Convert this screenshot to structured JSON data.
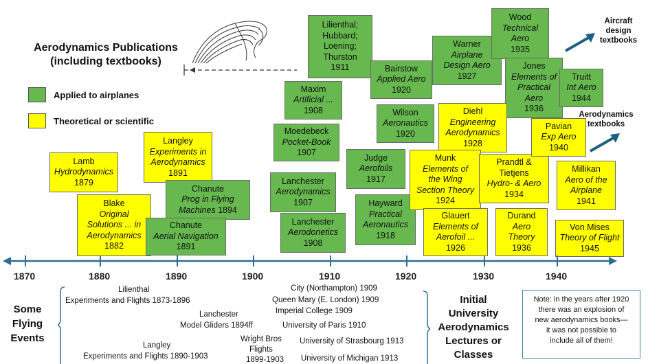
{
  "title": {
    "line1": "Aerodynamics Publications",
    "line2": "(including textbooks)"
  },
  "legend": [
    {
      "label": "Applied to airplanes",
      "color": "#66b84f"
    },
    {
      "label": "Theoretical or scientific",
      "color": "#ffff00"
    }
  ],
  "colors": {
    "green": "#66b84f",
    "yellow": "#ffff00",
    "axis": "#2e6d8f"
  },
  "publications": {
    "lamb": {
      "l1": "Lamb",
      "l2": "Hydrodynamics",
      "l3": "1879"
    },
    "blake": {
      "l1": "Blake",
      "l2": "Original",
      "l3": "Solutions ... in",
      "l4": "Aerodynamics",
      "l5": "1882"
    },
    "langley": {
      "l1": "Langley",
      "l2": "Experiments in",
      "l3": "Aerodynamics",
      "l4": "1891"
    },
    "chanute_prog": {
      "l1": "Chanute",
      "l2": "Prog in Flying",
      "l3": "Machines",
      "l4": "1894"
    },
    "chanute_nav": {
      "l1": "Chanute",
      "l2": "Aerial Navigation",
      "l3": "1891"
    },
    "maxim": {
      "l1": "Maxim",
      "l2": "Artificial ...",
      "l3": "1908"
    },
    "moedebeck": {
      "l1": "Moedebeck",
      "l2": "Pocket-Book",
      "l3": "1907"
    },
    "lilienthal_group": {
      "l1": "Lilienthal;",
      "l2": "Hubbard;",
      "l3": "Loening;",
      "l4": "Thurston",
      "l5": "1911"
    },
    "lanchester_aerodynamics": {
      "l1": "Lanchester",
      "l2": "Aerodynamics",
      "l3": "1907"
    },
    "lanchester_aerodonetics": {
      "l1": "Lanchester",
      "l2": "Aerodonetics",
      "l3": "1908"
    },
    "bairstow": {
      "l1": "Bairstow",
      "l2": "Applied Aero",
      "l3": "1920"
    },
    "wilson": {
      "l1": "Wilson",
      "l2": "Aeronautics",
      "l3": "1920"
    },
    "judge": {
      "l1": "Judge",
      "l2": "Aerofoils",
      "l3": "1917"
    },
    "hayward": {
      "l1": "Hayward",
      "l2": "Practical",
      "l3": "Aeronautics",
      "l4": "1918"
    },
    "warner": {
      "l1": "Warner",
      "l2": "Airplane",
      "l3": "Design Aero",
      "l4": "1927"
    },
    "wood": {
      "l1": "Wood",
      "l2": "Technical",
      "l3": "Aero",
      "l4": "1935"
    },
    "jones": {
      "l1": "Jones",
      "l2": "Elements of",
      "l3": "Practical",
      "l4": "Aero",
      "l5": "1936"
    },
    "truitt": {
      "l1": "Truitt",
      "l2": "Int Aero",
      "l3": "1944"
    },
    "diehl": {
      "l1": "Diehl",
      "l2": "Engineering",
      "l3": "Aerodynamics",
      "l4": "1928"
    },
    "munk": {
      "l1": "Munk",
      "l2": "Elements of",
      "l3": "the Wing",
      "l4": "Section Theory",
      "l5": "1924"
    },
    "glauert": {
      "l1": "Glauert",
      "l2": "Elements of",
      "l3": "Aerofoil ...",
      "l4": "1926"
    },
    "prandtl": {
      "l1": "Prandtl &",
      "l2": "Tietjens",
      "l3": "Hydro- & Aero",
      "l4": "1934"
    },
    "durand": {
      "l1": "Durand",
      "l2": "Aero",
      "l3": "Theory",
      "l4": "1936"
    },
    "pavian": {
      "l1": "Pavian",
      "l2": "Exp Aero",
      "l3": "1940"
    },
    "millikan": {
      "l1": "Millikan",
      "l2": "Aero of the",
      "l3": "Airplane",
      "l4": "1941"
    },
    "vonmises": {
      "l1": "Von Mises",
      "l2": "Theory of Flight",
      "l3": "1945"
    }
  },
  "corner_labels": {
    "aircraft": {
      "l1": "Aircraft",
      "l2": "design",
      "l3": "textbooks"
    },
    "aero": {
      "l1": "Aerodynamics",
      "l2": "textbooks"
    }
  },
  "axis": {
    "ticks": [
      "1870",
      "1880",
      "1890",
      "1900",
      "1910",
      "1920",
      "1930",
      "1940"
    ]
  },
  "flying_events": {
    "label": {
      "l1": "Some",
      "l2": "Flying",
      "l3": "Events"
    },
    "items": {
      "lil1": "Lilienthal",
      "lil2": "Experiments and Flights 1873-1896",
      "lan1": "Lanchester",
      "lan2": "Model Gliders 1894ff",
      "lang1": "Langley",
      "lang2": "Experiments and Flights 1890-1903",
      "wb1": "Wright Bros",
      "wb2": "Flights",
      "wb3": "1899-1903"
    }
  },
  "university": {
    "label": {
      "l1": "Initial",
      "l2": "University",
      "l3": "Aerodynamics",
      "l4": "Lectures or",
      "l5": "Classes"
    },
    "items": [
      "City (Northampton) 1909",
      "Queen Mary (E. London) 1909",
      "Imperial College 1909",
      "University of Paris 1910",
      "University of Strasbourg 1913",
      "University of Michigan 1913"
    ]
  },
  "note": {
    "l1": "Note: in the years after 1920",
    "l2": "there was an explosion of",
    "l3": "new aerodynamics books—",
    "l4": "it was not possible to",
    "l5": "include all of them!"
  }
}
